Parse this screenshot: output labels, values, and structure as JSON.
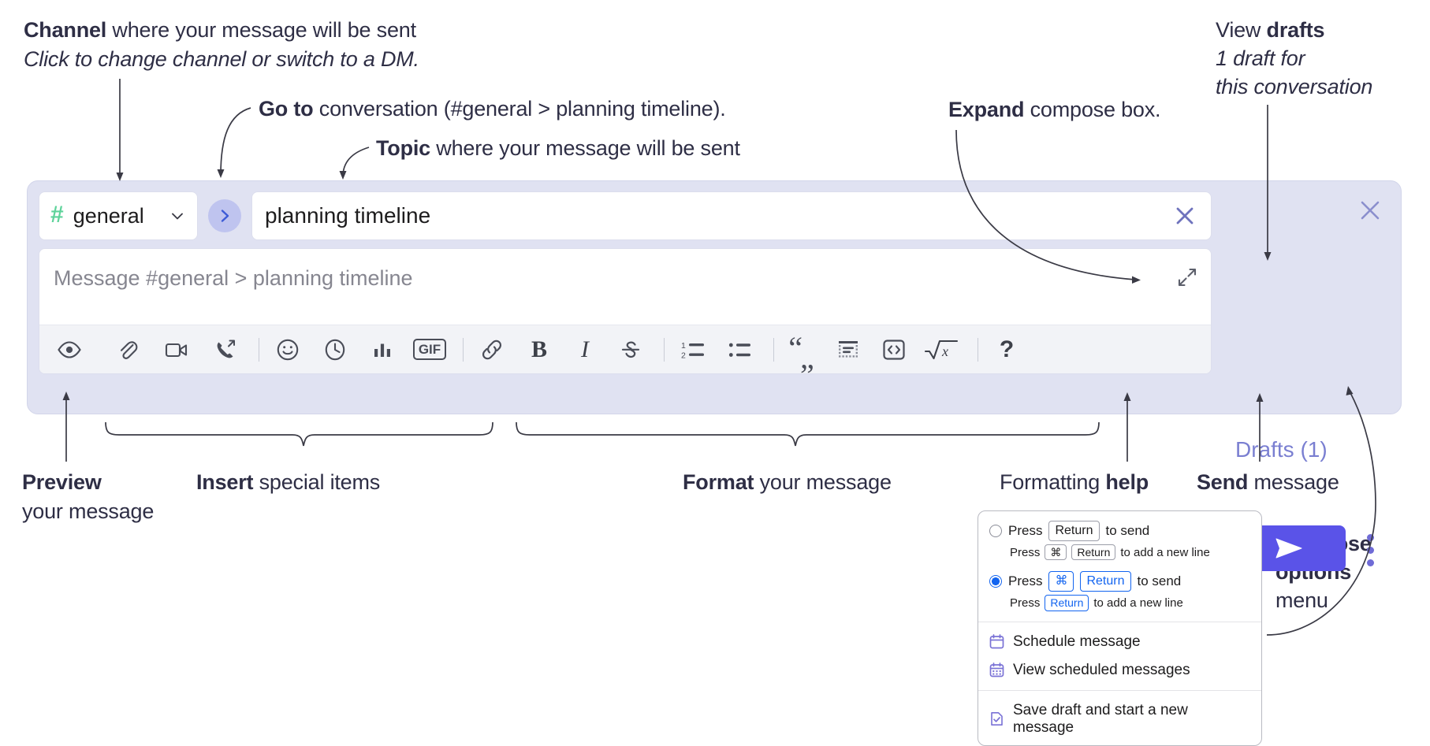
{
  "annotations": {
    "channel": {
      "bold": "Channel",
      "rest": " where your message will be sent",
      "sub": "Click to change channel or switch to a DM."
    },
    "goto": {
      "bold": "Go to",
      "rest": " conversation (#general > planning timeline)."
    },
    "topic": {
      "bold": "Topic",
      "rest": " where your message will be sent"
    },
    "expand": {
      "bold": "Expand",
      "rest": " compose box."
    },
    "drafts": {
      "bold_prefix": "View ",
      "bold": "drafts",
      "sub1": "1 draft for",
      "sub2": "this conversation"
    },
    "preview": {
      "bold": "Preview",
      "sub": "your message"
    },
    "insert": {
      "bold": "Insert",
      "rest": " special items"
    },
    "format": {
      "bold": "Format",
      "rest": " your message"
    },
    "help": {
      "pre": "Formatting ",
      "bold": "help"
    },
    "send": {
      "bold": "Send",
      "rest": " message"
    },
    "compose_options": {
      "line1": "Compose",
      "line2": "options",
      "line3": "menu"
    }
  },
  "compose": {
    "channel": {
      "hash": "#",
      "name": "general",
      "chevron_icon": "chevron-down-icon"
    },
    "goto_icon": "chevron-right-icon",
    "topic": {
      "value": "planning timeline",
      "clear_icon": "close-icon"
    },
    "message": {
      "placeholder": "Message #general > planning timeline",
      "value": "",
      "expand_icon": "expand-icon"
    },
    "drafts_label": "Drafts (1)",
    "close_icon": "close-icon",
    "send_icon": "send-icon",
    "options_icon": "kebab-menu-icon",
    "toolbar": [
      {
        "name": "preview-icon",
        "label": "Preview",
        "group": 1
      },
      {
        "name": "attachment-icon",
        "label": "Attach file",
        "group": 2
      },
      {
        "name": "video-icon",
        "label": "Record video clip",
        "group": 2
      },
      {
        "name": "audio-icon",
        "label": "Record audio clip",
        "group": 2
      },
      {
        "name": "emoji-icon",
        "label": "Emoji",
        "group": 3
      },
      {
        "name": "clock-icon",
        "label": "Reminder",
        "group": 3
      },
      {
        "name": "poll-icon",
        "label": "Poll",
        "group": 3
      },
      {
        "name": "gif-icon",
        "label": "GIF",
        "group": 3
      },
      {
        "name": "link-icon",
        "label": "Link",
        "group": 4
      },
      {
        "name": "bold-icon",
        "label": "Bold",
        "group": 4
      },
      {
        "name": "italic-icon",
        "label": "Italic",
        "group": 4
      },
      {
        "name": "strikethrough-icon",
        "label": "Strikethrough",
        "group": 4
      },
      {
        "name": "ordered-list-icon",
        "label": "Ordered list",
        "group": 5
      },
      {
        "name": "bulleted-list-icon",
        "label": "Bulleted list",
        "group": 5
      },
      {
        "name": "blockquote-icon",
        "label": "Blockquote",
        "group": 6
      },
      {
        "name": "code-block-icon",
        "label": "Code block",
        "group": 6
      },
      {
        "name": "code-icon",
        "label": "Code",
        "group": 6
      },
      {
        "name": "latex-icon",
        "label": "Math",
        "group": 6
      },
      {
        "name": "help-icon",
        "label": "Formatting help",
        "group": 7
      }
    ],
    "gif_label": "GIF",
    "bold_label": "B",
    "italic_label": "I",
    "help_label": "?"
  },
  "menu": {
    "option1": {
      "pre": "Press ",
      "key": "Return",
      "post": " to send",
      "sub_pre": "Press ",
      "sub_key1": "⌘",
      "sub_key2": "Return",
      "sub_post": " to add a new line",
      "selected": false
    },
    "option2": {
      "pre": "Press ",
      "key1": "⌘",
      "key2": "Return",
      "post": " to send",
      "sub_pre": "Press ",
      "sub_key": "Return",
      "sub_post": " to add a new line",
      "selected": true
    },
    "items": [
      {
        "icon": "calendar-icon",
        "label": "Schedule message"
      },
      {
        "icon": "calendar-grid-icon",
        "label": "View scheduled messages"
      }
    ],
    "items2": [
      {
        "icon": "save-draft-icon",
        "label": "Save draft and start a new message"
      }
    ]
  },
  "colors": {
    "panel_bg": "#e0e2f2",
    "accent_purple": "#5a53e8",
    "drafts_text": "#7a7fd1",
    "hash_green": "#5fd39b",
    "toolbar_bg": "#f2f3f7",
    "link_blue": "#1264f0",
    "text": "#2e2e45"
  }
}
